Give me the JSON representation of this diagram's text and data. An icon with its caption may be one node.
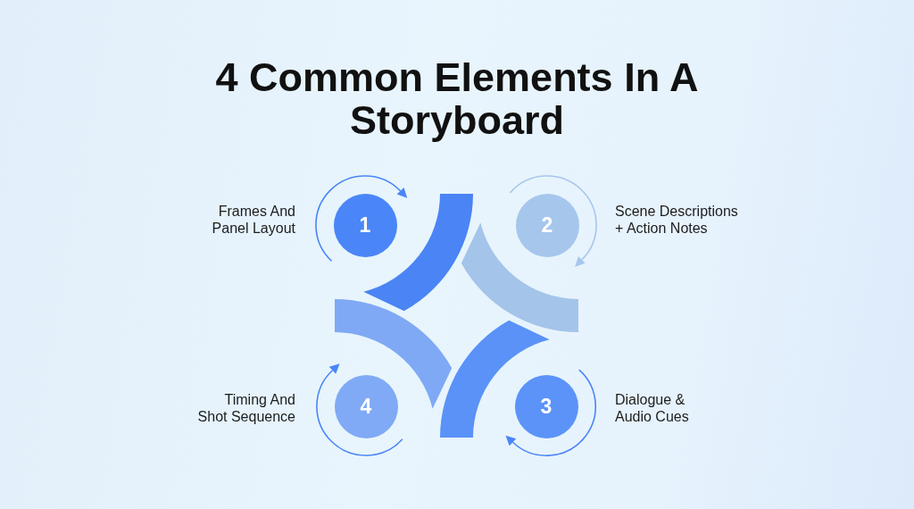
{
  "diagram": {
    "title": "4 Common Elements In A Storyboard",
    "nodes": [
      {
        "text": [
          "1"
        ],
        "beside": [
          "Frames And Panel Layout"
        ]
      },
      {
        "text": [
          "2"
        ],
        "beside": [
          "Scene Descriptions + Action Notes"
        ]
      },
      {
        "text": [
          "3"
        ],
        "beside": [
          "Dialogue & Audio Cues"
        ]
      },
      {
        "text": [
          "4"
        ],
        "beside": [
          "Timing And Shot Sequence"
        ]
      }
    ]
  }
}
